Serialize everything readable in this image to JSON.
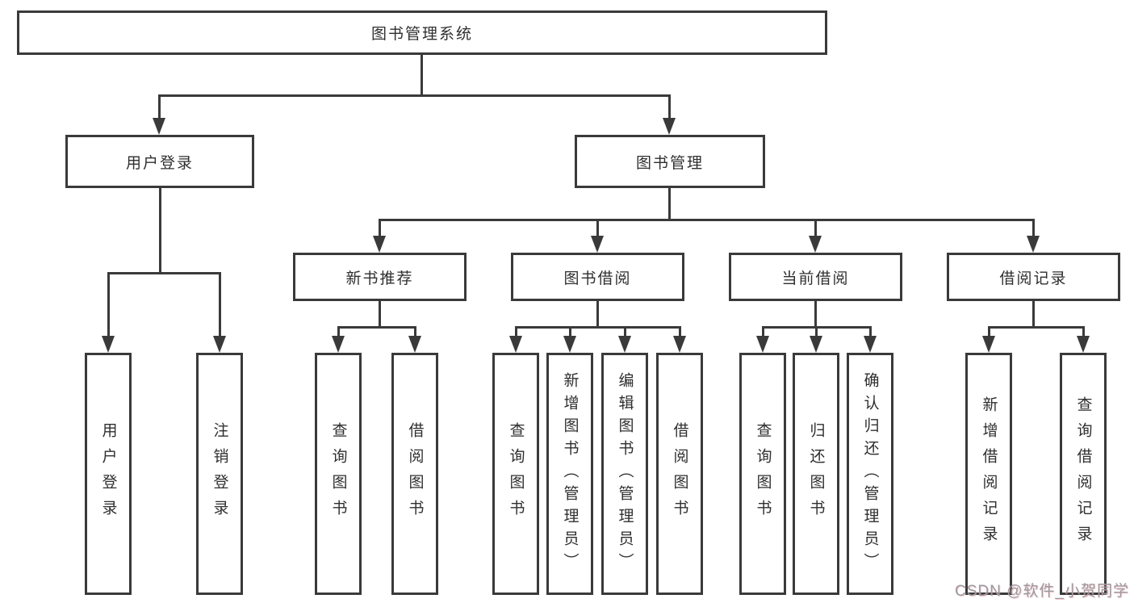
{
  "diagram": {
    "root": "图书管理系统",
    "level2": {
      "user_login": "用户登录",
      "book_management": "图书管理"
    },
    "level3": {
      "new_book_recommend": "新书推荐",
      "book_borrowing": "图书借阅",
      "current_borrowing": "当前借阅",
      "borrowing_records": "借阅记录"
    },
    "leaves": {
      "user_login": "用户登录",
      "logout": "注销登录",
      "rec_query_books": "查询图书",
      "rec_borrow_books": "借阅图书",
      "bor_query_books": "查询图书",
      "bor_add_books_admin": "新增图书（管理员）",
      "bor_edit_books_admin": "编辑图书（管理员）",
      "bor_borrow_books": "借阅图书",
      "cur_query_books": "查询图书",
      "cur_return_books": "归还图书",
      "cur_confirm_return_admin": "确认归还（管理员）",
      "records_add_record": "新增借阅记录",
      "records_query_record": "查询借阅记录"
    },
    "watermark": "CSDN @软件_小贺同学",
    "colors": {
      "line": "#3a3a3a",
      "text": "#2f2f2f",
      "background": "#ffffff",
      "watermark": "#9a9aa2"
    }
  }
}
